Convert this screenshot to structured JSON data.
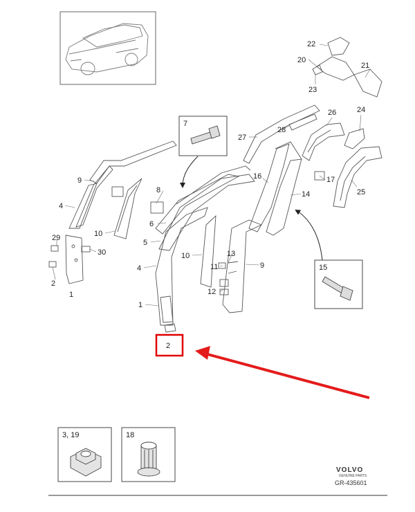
{
  "callouts": {
    "p22": "22",
    "p20": "20",
    "p21": "21",
    "p23": "23",
    "p26": "26",
    "p24": "24",
    "p27": "27",
    "p28": "28",
    "p9a": "9",
    "p9b": "9",
    "p4a": "4",
    "p4b": "4",
    "p8": "8",
    "p6": "6",
    "p5": "5",
    "p10a": "10",
    "p10b": "10",
    "p16": "16",
    "p17": "17",
    "p14": "14",
    "p25": "25",
    "p29": "29",
    "p30": "30",
    "p2": "2",
    "p1a": "1",
    "p1b": "1",
    "p13": "13",
    "p11": "11",
    "p12": "12"
  },
  "insets": {
    "bolt_top": "7",
    "bolt_right": "15",
    "highlight": "2",
    "nut": "3, 19",
    "rivet": "18"
  },
  "branding": {
    "logo": "VOLVO",
    "tagline": "GENUINE PARTS",
    "reference": "GR-435601"
  },
  "colors": {
    "line": "#555555",
    "highlight": "#e00000",
    "arrow": "#e41b1b"
  },
  "icons": {
    "car": "car-icon",
    "bolt": "bolt-icon",
    "nut": "weld-nut-icon",
    "rivet": "rivet-nut-icon"
  }
}
